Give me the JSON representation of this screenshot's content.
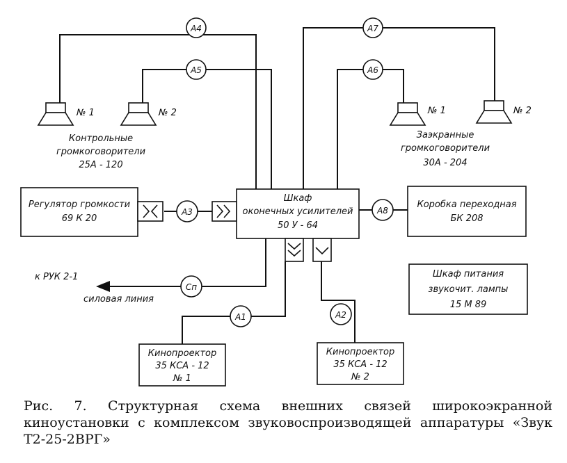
{
  "blocks": {
    "main_amp": [
      "Шкаф",
      "оконечных усилителей",
      "50 У - 64"
    ],
    "volume_reg": [
      "Регулятор громкости",
      "69 К 20"
    ],
    "junction_box": [
      "Коробка переходная",
      "БК 208"
    ],
    "power_cab": [
      "Шкаф питания",
      "звукочит. лампы",
      "15 М 89"
    ],
    "projector1": [
      "Кинопроектор",
      "35 КСА - 12",
      "№ 1"
    ],
    "projector2": [
      "Кинопроектор",
      "35 КСА - 12",
      "№ 2"
    ]
  },
  "cables": {
    "a1": "А1",
    "a2": "А2",
    "a3": "А3",
    "a4": "А4",
    "a5": "А5",
    "a6": "А6",
    "a7": "А7",
    "a8": "А8",
    "cp": "Сп"
  },
  "speakers": {
    "control_n1": "№ 1",
    "control_n2": "№ 2",
    "screen_n1": "№ 1",
    "screen_n2": "№ 2",
    "control_label": [
      "Контрольные",
      "громкоговорители",
      "25А - 120"
    ],
    "screen_label": [
      "Заэкранные",
      "громкоговорители",
      "30А - 204"
    ]
  },
  "power_line": [
    "к РУК 2-1",
    "силовая линия"
  ],
  "caption": "Рис. 7. Структурная схема внешних связей широкоэкранной киноустановки с комплексом звуковоспроизводящей аппаратуры «Звук Т2-25-2ВРГ»"
}
